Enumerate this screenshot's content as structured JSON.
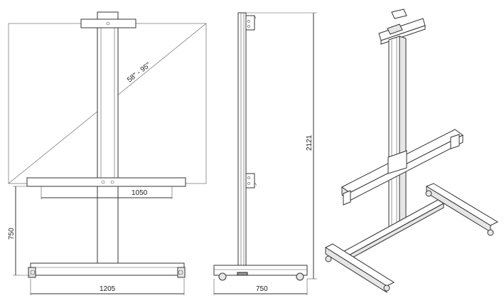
{
  "drawing": {
    "front_view": {
      "screen_diagonal_label": "58\" - 95\"",
      "crossbar_width_label": "1050",
      "base_width_label": "1205",
      "base_height_label": "750"
    },
    "side_view": {
      "total_height_label": "2121",
      "base_depth_label": "750"
    }
  }
}
